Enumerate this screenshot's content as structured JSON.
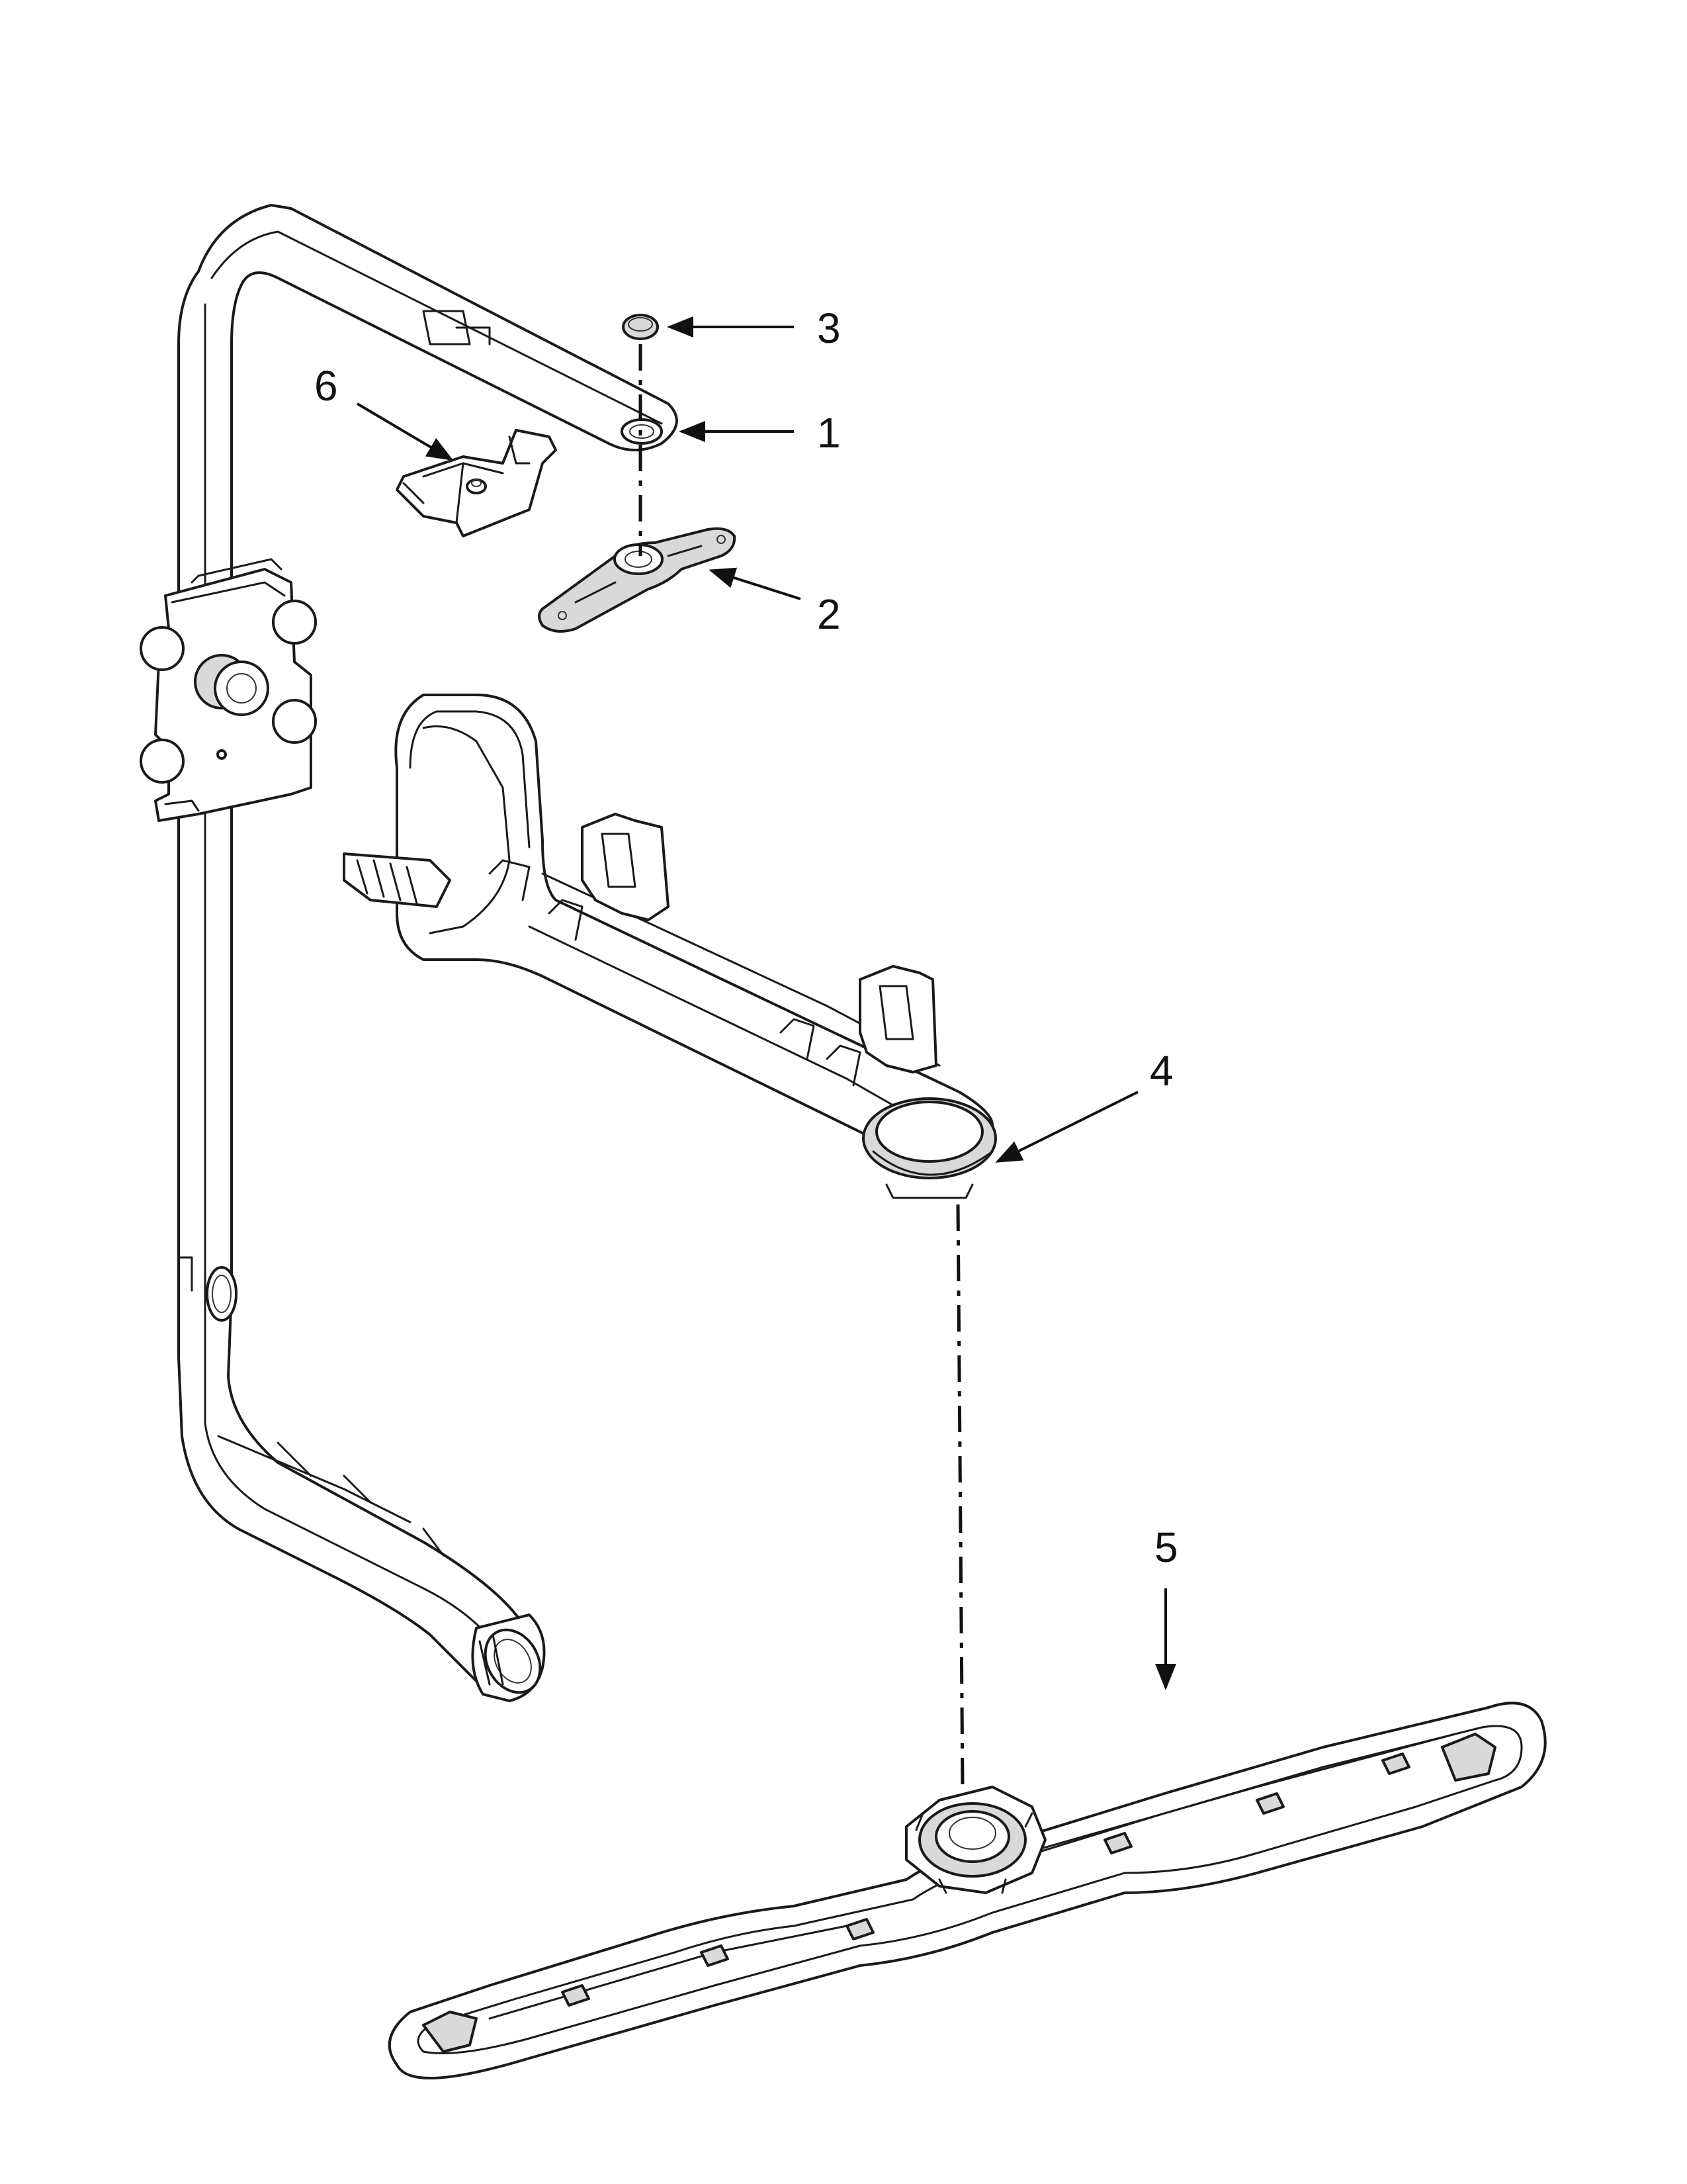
{
  "diagram": {
    "callouts": [
      {
        "id": "callout-1",
        "label": "1"
      },
      {
        "id": "callout-2",
        "label": "2"
      },
      {
        "id": "callout-3",
        "label": "3"
      },
      {
        "id": "callout-4",
        "label": "4"
      },
      {
        "id": "callout-5",
        "label": "5"
      },
      {
        "id": "callout-6",
        "label": "6"
      }
    ]
  }
}
